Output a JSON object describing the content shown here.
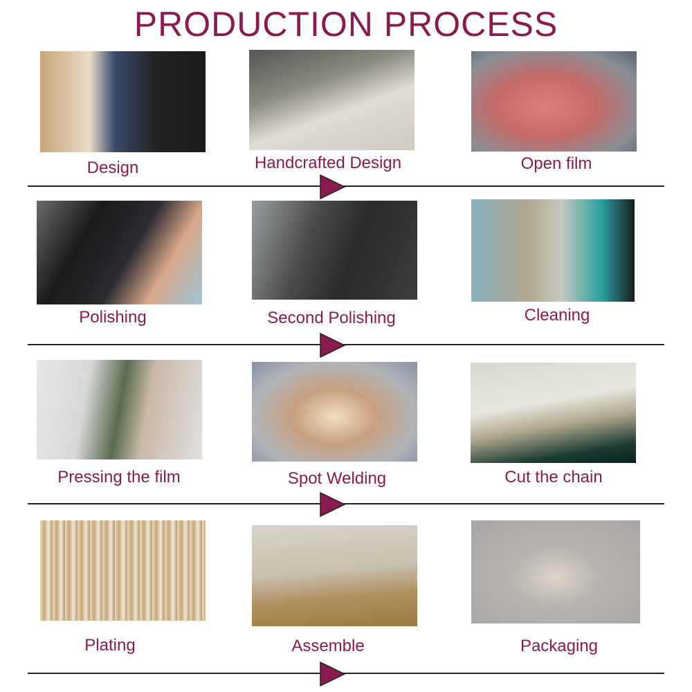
{
  "title": "PRODUCTION PROCESS",
  "accent_color": "#8b1a4f",
  "steps": [
    {
      "label": "Design"
    },
    {
      "label": "Handcrafted Design"
    },
    {
      "label": "Open film"
    },
    {
      "label": "Polishing"
    },
    {
      "label": "Second Polishing"
    },
    {
      "label": "Cleaning"
    },
    {
      "label": "Pressing the film"
    },
    {
      "label": "Spot Welding"
    },
    {
      "label": "Cut the chain"
    },
    {
      "label": "Plating"
    },
    {
      "label": "Assemble"
    },
    {
      "label": "Packaging"
    }
  ]
}
